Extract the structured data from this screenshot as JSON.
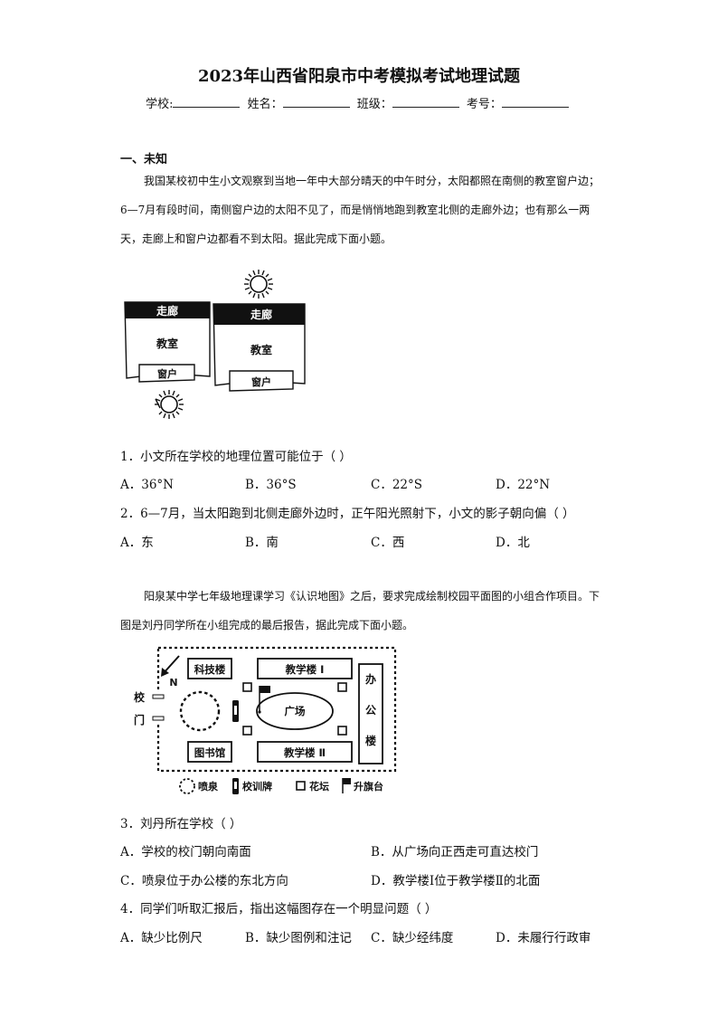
{
  "header": {
    "title": "2023年山西省阳泉市中考模拟考试地理试题",
    "school_label": "学校:",
    "name_label": "姓名：",
    "class_label": "班级：",
    "number_label": "考号："
  },
  "section1": {
    "heading": "一、未知"
  },
  "passage1": "我国某校初中生小文观察到当地一年中大部分晴天的中午时分，太阳都照在南侧的教室窗户边；6—7月有段时间，南侧窗户边的太阳不见了，而是悄悄地跑到教室北侧的走廊外边；也有那么一两天，走廊上和窗户边都看不到太阳。据此完成下面小题。",
  "figure1": {
    "left_corridor": "走廊",
    "left_classroom": "教室",
    "left_window": "窗户",
    "right_corridor": "走廊",
    "right_classroom": "教室",
    "right_window": "窗户",
    "sun_icon": "sun-icon"
  },
  "q1": {
    "stem": "1．小文所在学校的地理位置可能位于（    ）",
    "options": [
      "A．36°N",
      "B．36°S",
      "C．22°S",
      "D．22°N"
    ]
  },
  "q2": {
    "stem": "2．6—7月，当太阳跑到北侧走廊外边时，正午阳光照射下，小文的影子朝向偏（    ）",
    "options": [
      "A．东",
      "B．南",
      "C．西",
      "D．北"
    ]
  },
  "passage2": "阳泉某中学七年级地理课学习《认识地图》之后，要求完成绘制校园平面图的小组合作项目。下图是刘丹同学所在小组完成的最后报告，据此完成下面小题。",
  "map": {
    "north": "N",
    "gate_1": "校",
    "gate_2": "门",
    "tech_building": "科技楼",
    "teaching_1": "教学楼 Ⅰ",
    "teaching_2": "教学楼 Ⅱ",
    "library": "图书馆",
    "square": "广场",
    "office_chars": [
      "办",
      "公",
      "楼"
    ],
    "legend": [
      "喷泉",
      "校训牌",
      "花坛",
      "升旗台"
    ]
  },
  "q3": {
    "stem": "3．刘丹所在学校（    ）",
    "options": [
      "A．学校的校门朝向南面",
      "B．从广场向正西走可直达校门",
      "C．喷泉位于办公楼的东北方向",
      "D．教学楼Ⅰ位于教学楼Ⅱ的北面"
    ]
  },
  "q4": {
    "stem": "4．同学们听取汇报后，指出这幅图存在一个明显问题（    ）",
    "options": [
      "A．缺少比例尺",
      "B．缺少图例和注记",
      "C．缺少经纬度",
      "D．未履行行政审"
    ]
  }
}
